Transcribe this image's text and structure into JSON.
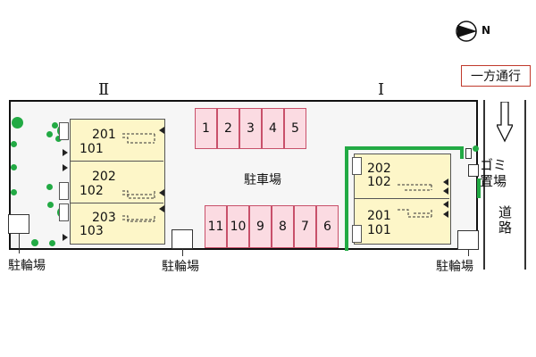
{
  "compass": {
    "label": "N"
  },
  "legend": {
    "one_way": "一方通行"
  },
  "road": {
    "label": "道路"
  },
  "buildings": {
    "building2": {
      "label": "Ⅱ",
      "rooms": [
        {
          "upper": "201",
          "lower": "101"
        },
        {
          "upper": "202",
          "lower": "102"
        },
        {
          "upper": "203",
          "lower": "103"
        }
      ]
    },
    "building1": {
      "label": "Ⅰ",
      "rooms": [
        {
          "upper": "202",
          "lower": "102"
        },
        {
          "upper": "201",
          "lower": "101"
        }
      ]
    }
  },
  "parking": {
    "label": "駐車場",
    "top_row": [
      "1",
      "2",
      "3",
      "4",
      "5"
    ],
    "bottom_row": [
      "11",
      "10",
      "9",
      "8",
      "7",
      "6"
    ]
  },
  "bicycle_parking": {
    "left": "駐輪場",
    "middle": "駐輪場",
    "right": "駐輪場"
  },
  "garbage": {
    "label": "ゴミ置場"
  },
  "colors": {
    "greenery": "#22aa44",
    "parking_fill": "#fbdbe2",
    "parking_border": "#c8506a",
    "building_fill": "#fdf6c8",
    "legend_border": "#c0392b"
  }
}
